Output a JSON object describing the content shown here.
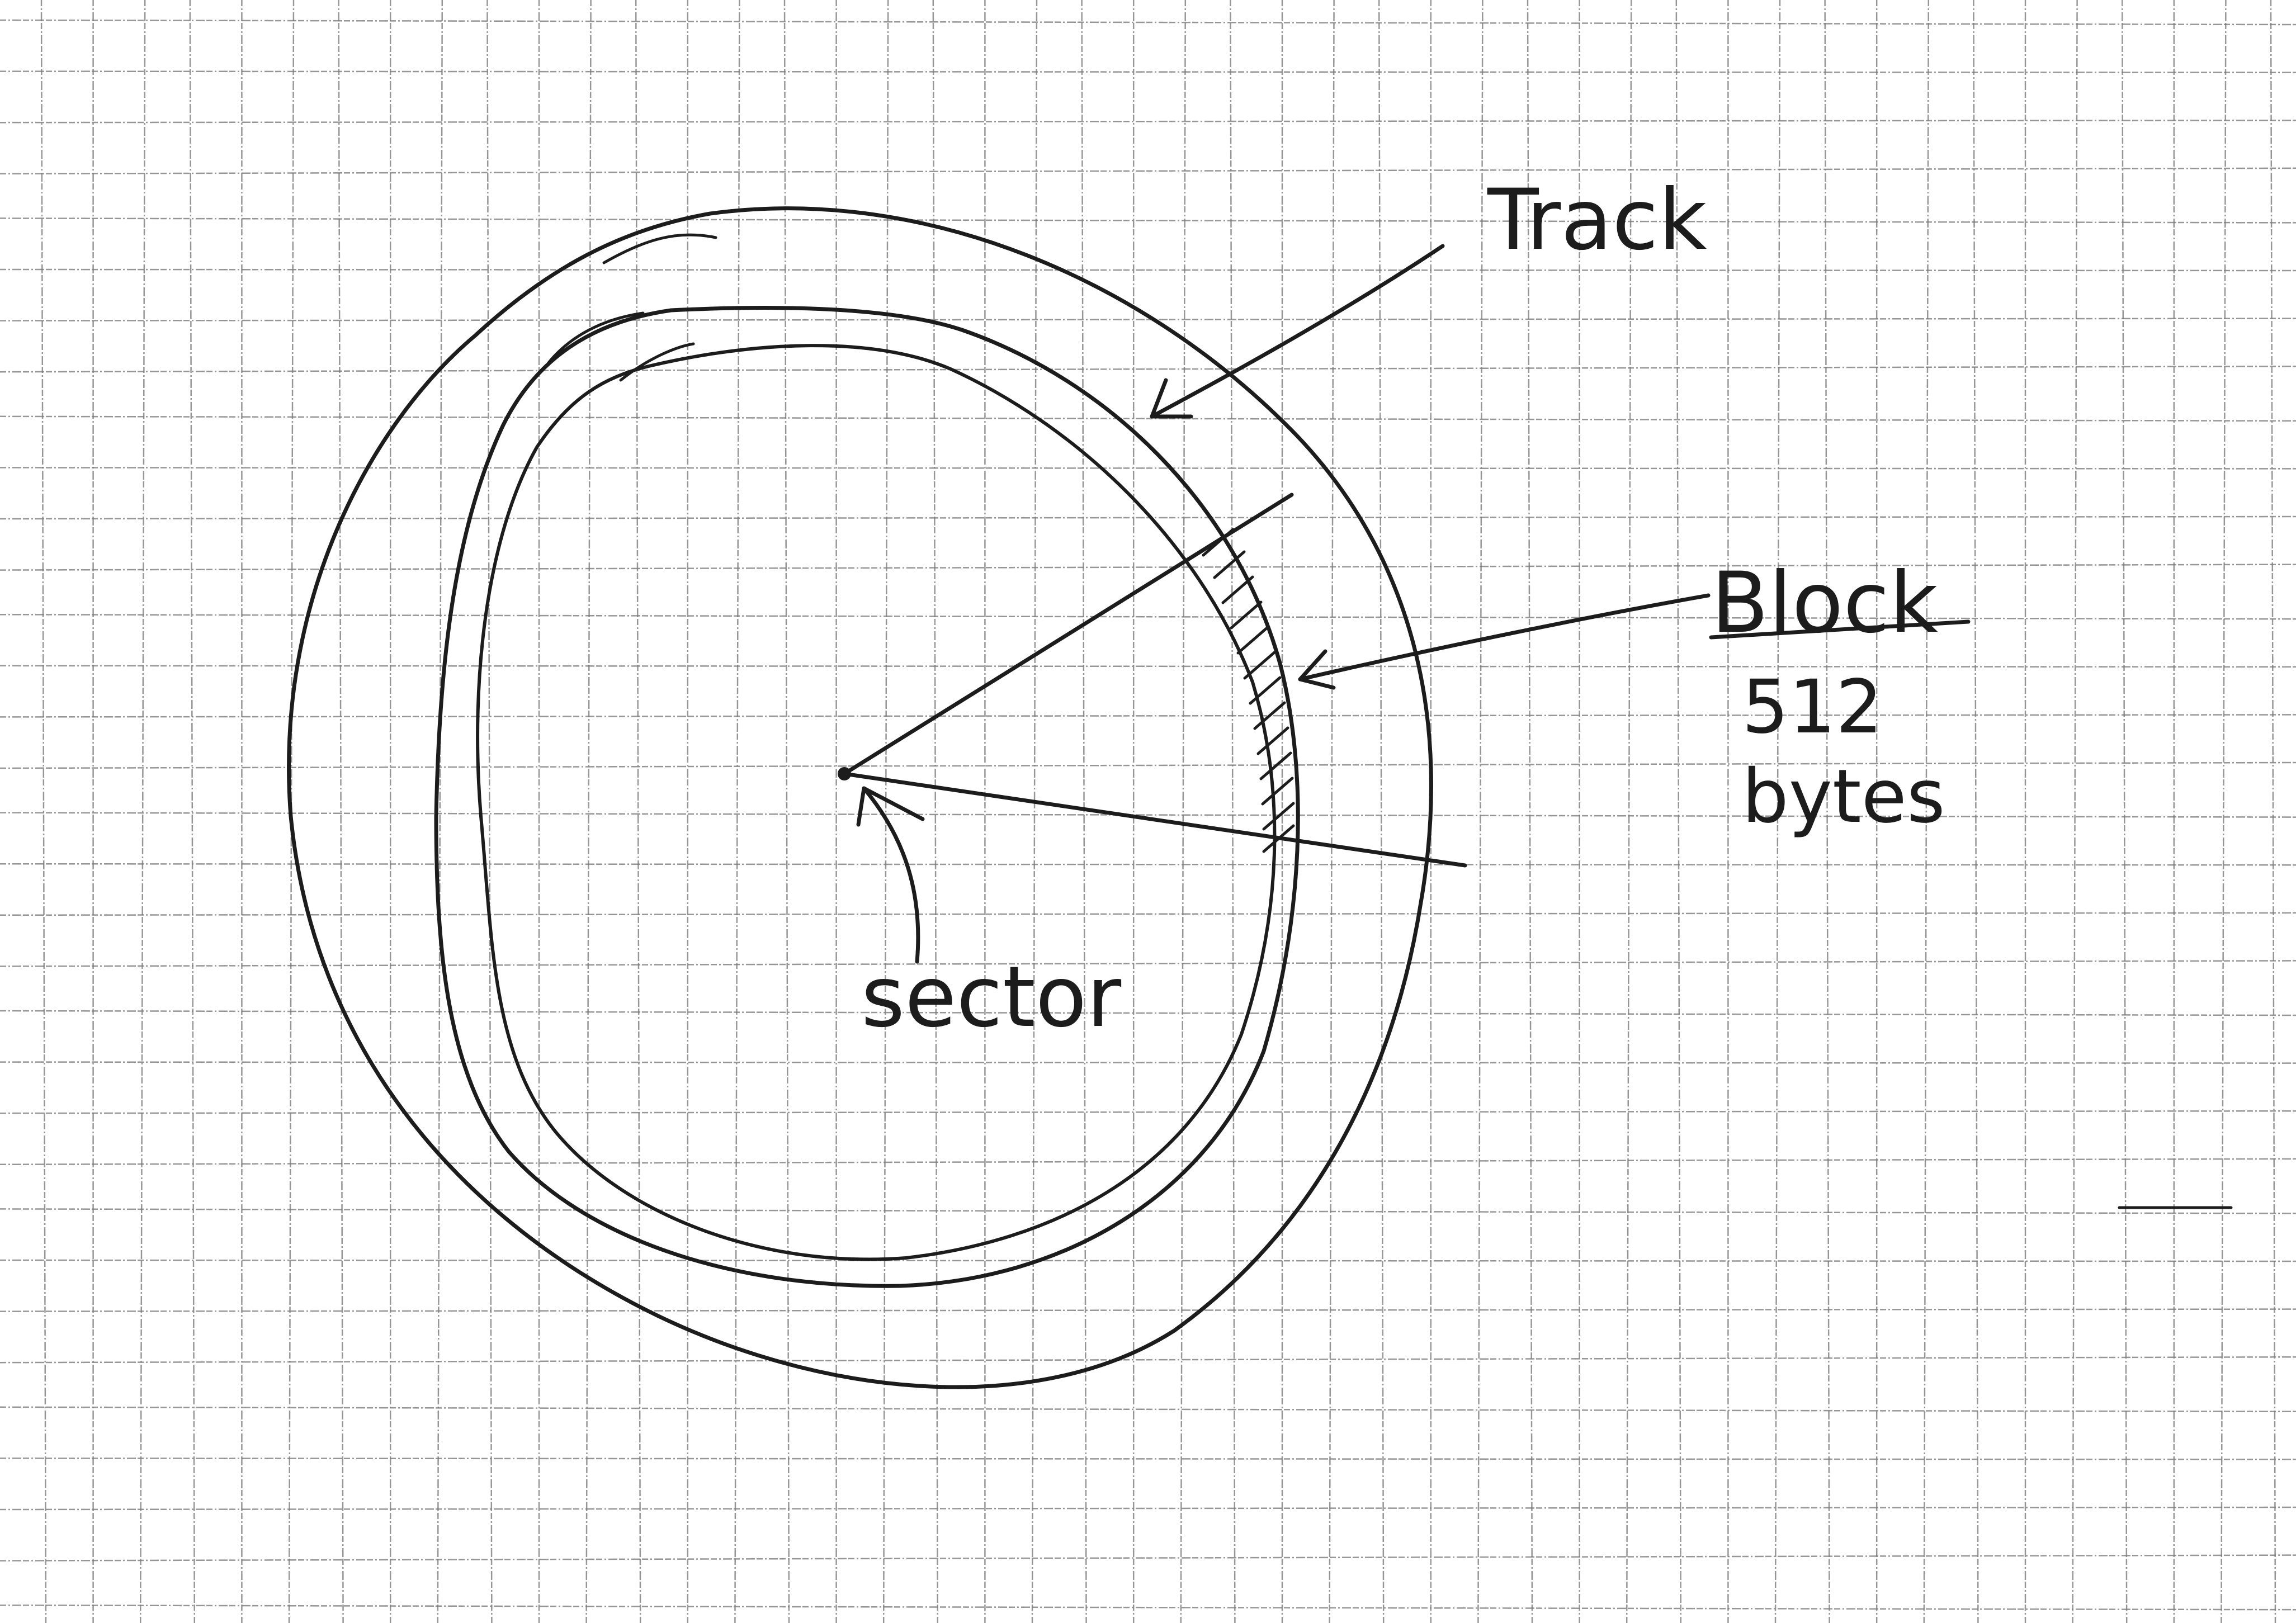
{
  "labels": {
    "track": "Track",
    "block": "Block",
    "block_size_number": "512",
    "block_size_unit": "bytes",
    "sector": "sector"
  }
}
